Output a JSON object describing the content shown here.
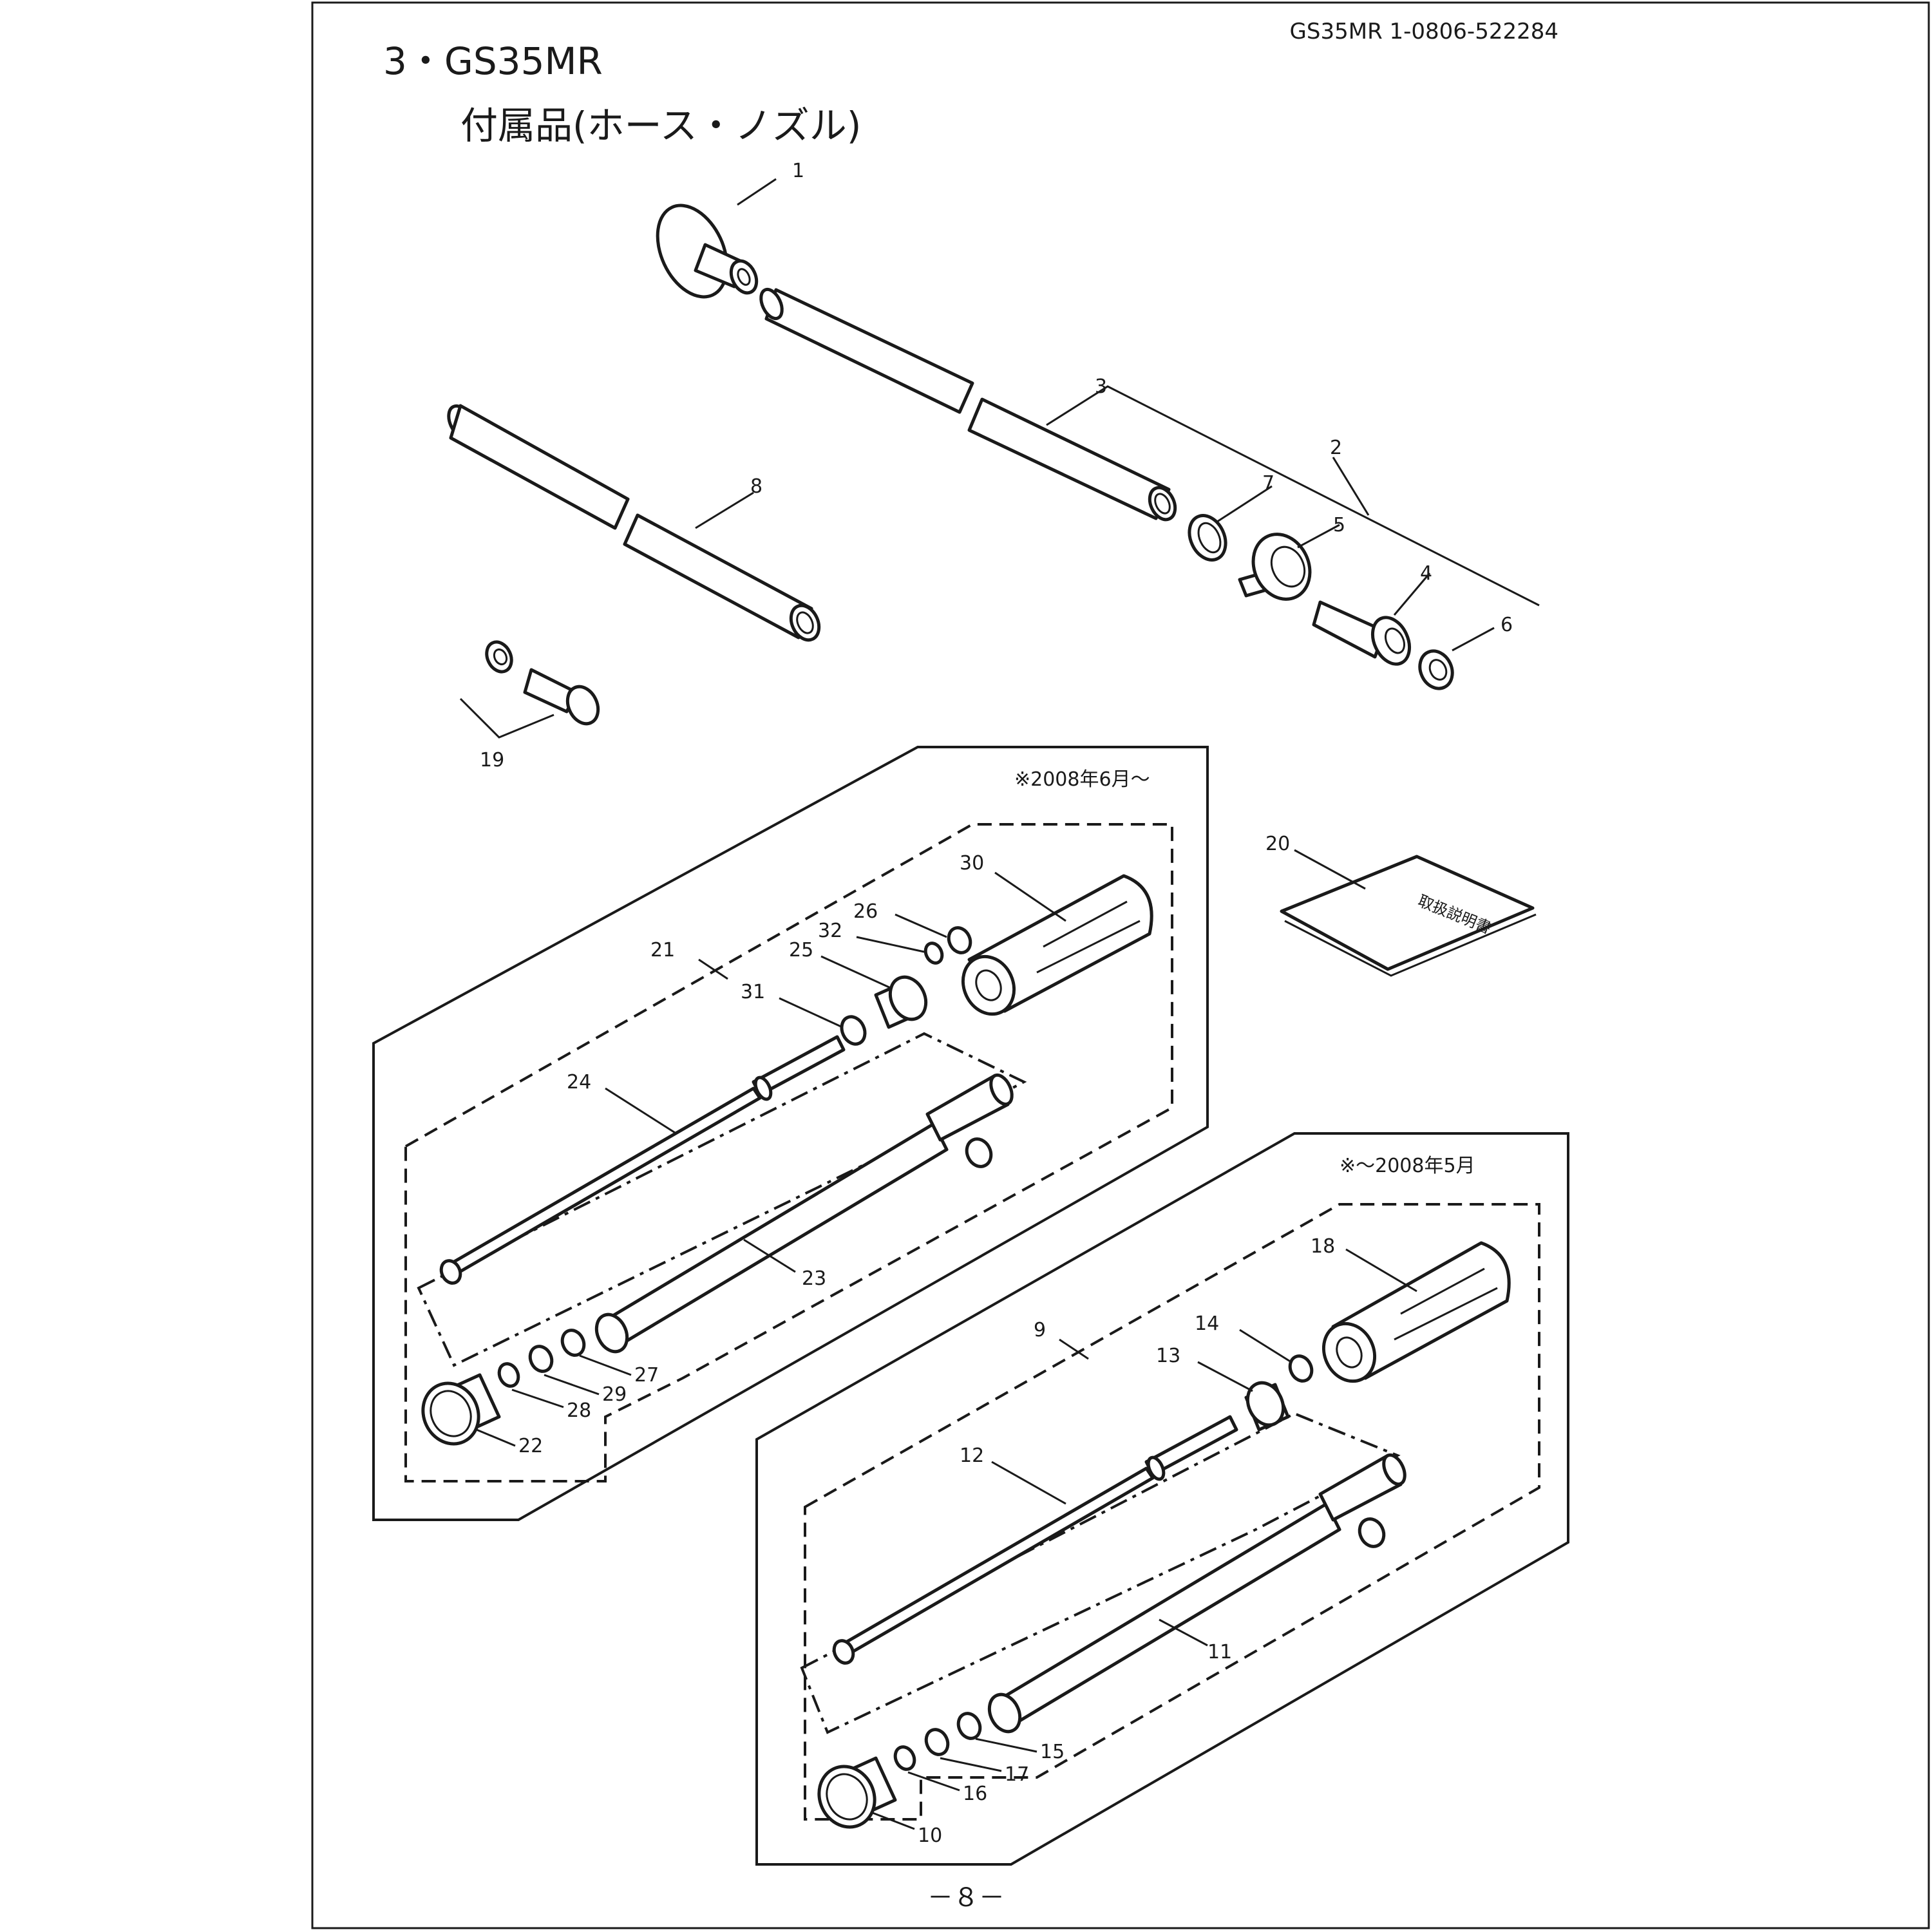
{
  "header": {
    "code": "GS35MR  1-0806-522284",
    "section": "3・GS35MR",
    "subtitle": "付属品(ホース・ノズル)"
  },
  "notes": {
    "new_version": "※2008年6月～",
    "old_version": "※～2008年5月"
  },
  "manual_cover_text": "取扱説明書",
  "page_number": "－８－",
  "callouts": {
    "c1": "1",
    "c2": "2",
    "c3": "3",
    "c4": "4",
    "c5": "5",
    "c6": "6",
    "c7": "7",
    "c8": "8",
    "c9": "9",
    "c10": "10",
    "c11": "11",
    "c12": "12",
    "c13": "13",
    "c14": "14",
    "c15": "15",
    "c16": "16",
    "c17": "17",
    "c18": "18",
    "c19": "19",
    "c20": "20",
    "c21": "21",
    "c22": "22",
    "c23": "23",
    "c24": "24",
    "c25": "25",
    "c26": "26",
    "c27": "27",
    "c28": "28",
    "c29": "29",
    "c30": "30",
    "c31": "31",
    "c32": "32"
  }
}
